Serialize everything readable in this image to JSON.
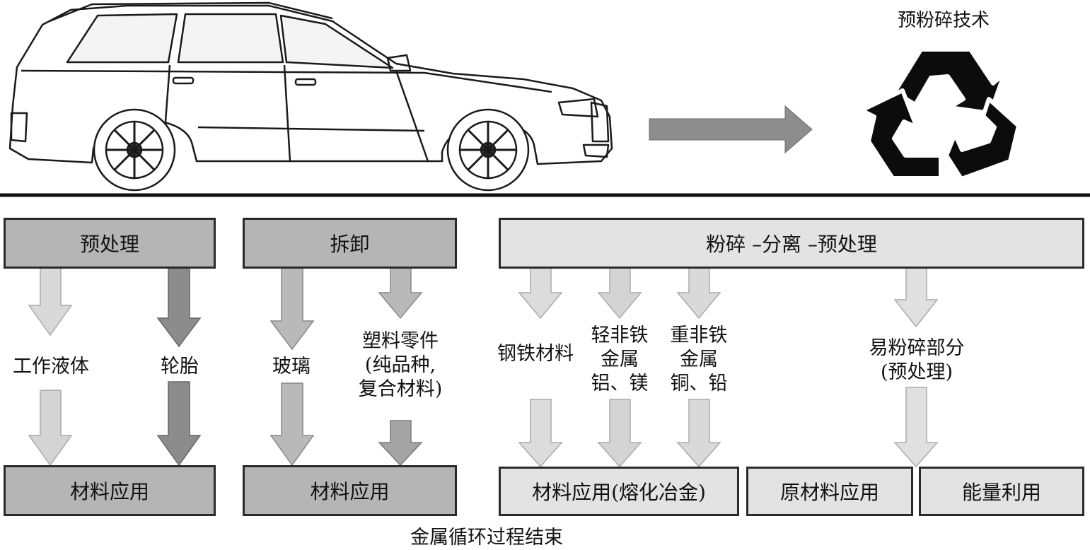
{
  "top": {
    "recycle_title": "预粉碎技术"
  },
  "stages": {
    "pretreatment": "预处理",
    "dismantling": "拆卸",
    "shredding": "粉碎 –分离 –预处理"
  },
  "items": {
    "working_fluid": "工作液体",
    "tire": "轮胎",
    "glass": "玻璃",
    "plastic_line1": "塑料零件",
    "plastic_line2": "(纯品种,",
    "plastic_line3": "复合材料)",
    "steel": "钢铁材料",
    "light_nf_line1": "轻非铁",
    "light_nf_line2": "金属",
    "light_nf_line3": "铝、镁",
    "heavy_nf_line1": "重非铁",
    "heavy_nf_line2": "金属",
    "heavy_nf_line3": "铜、铅",
    "friable_line1": "易粉碎部分",
    "friable_line2": "(预处理)"
  },
  "outcomes": {
    "material_use_1": "材料应用",
    "material_use_2": "材料应用",
    "material_use_smelt": "材料应用(熔化冶金)",
    "raw_material_use": "原材料应用",
    "energy_use": "能量利用"
  },
  "caption": "金属循环过程结束",
  "colors": {
    "box_dark": "#b5b5b5",
    "box_light": "#e3e3e3",
    "arrow_dark": "#8c8c8c",
    "arrow_mid": "#b9b9b9",
    "arrow_light": "#d9d9d9",
    "recycle_symbol": "#0c0c0c"
  },
  "icons": [
    "car-illustration",
    "process-arrow-icon",
    "recycle-icon"
  ]
}
